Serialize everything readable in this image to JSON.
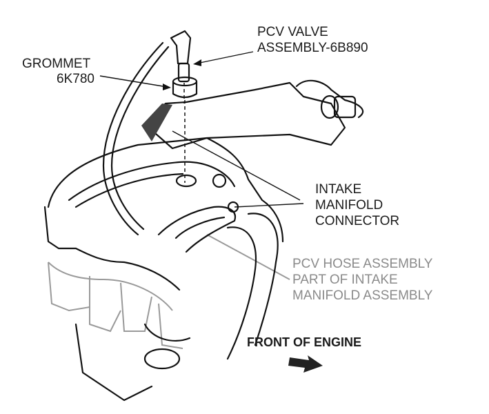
{
  "labels": {
    "pcv_valve_line1": "PCV VALVE",
    "pcv_valve_line2": "ASSEMBLY-6B890",
    "grommet_line1": "GROMMET",
    "grommet_line2": "6K780",
    "intake_line1": "INTAKE",
    "intake_line2": "MANIFOLD",
    "intake_line3": "CONNECTOR",
    "hose_line1": "PCV HOSE ASSEMBLY",
    "hose_line2": "PART OF INTAKE",
    "hose_line3": "MANIFOLD ASSEMBLY",
    "front_of_engine": "FRONT OF ENGINE"
  }
}
